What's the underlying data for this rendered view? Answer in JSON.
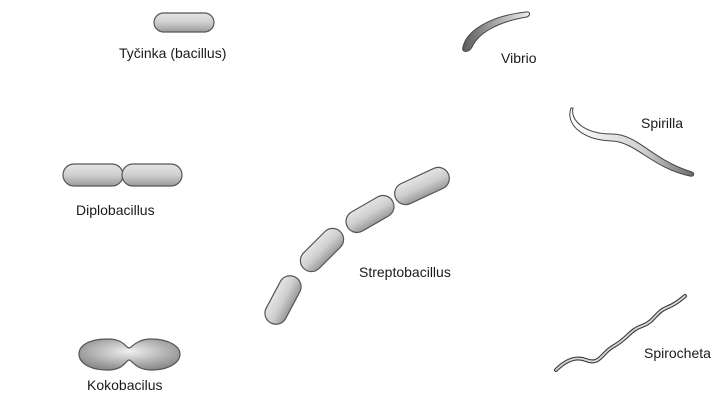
{
  "labels": {
    "bacillus": "Tyčinka (bacillus)",
    "vibrio": "Vibrio",
    "spirilla": "Spirilla",
    "diplobacillus": "Diplobacillus",
    "streptobacillus": "Streptobacillus",
    "kokobacilus": "Kokobacilus",
    "spirocheta": "Spirocheta"
  },
  "colors": {
    "outline": "#555555",
    "fill_light": "#e8e8e8",
    "fill_dark": "#8a8a8a",
    "text": "#1a1a1a"
  }
}
